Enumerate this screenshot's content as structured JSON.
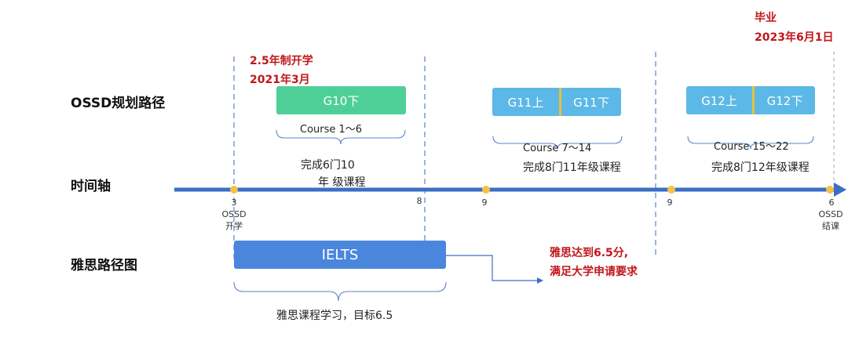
{
  "colors": {
    "axis": "#3b6fc6",
    "dot": "#f5c242",
    "green_bar": "#4fcf98",
    "cyan_bar": "#5cb8e6",
    "ielts_bar": "#4a86dc",
    "divider": "#e8c13a",
    "red_text": "#c0161b",
    "dash": "#5a84c8"
  },
  "rows": {
    "ossd": "OSSD规划路径",
    "timeline": "时间轴",
    "ielts": "雅思路径图"
  },
  "top_notes": {
    "start_line1": "2.5年制开学",
    "start_line2": "2021年3月",
    "grad_line1": "毕业",
    "grad_line2": "2023年6月1日"
  },
  "ossd_blocks": {
    "g10": "G10下",
    "g11_first": "G11上",
    "g11_second": "G11下",
    "g12_first": "G12上",
    "g12_second": "G12下"
  },
  "courses": {
    "c1": "Course 1～6",
    "c1_desc_line1": "完成6门10",
    "c1_desc_line2": "年 级课程",
    "c2": "Course 7～14",
    "c2_desc": "完成8门11年级课程",
    "c3": "Course 15～22",
    "c3_desc": "完成8门12年级课程"
  },
  "ticks": {
    "t1": "3",
    "t1_sub1": "OSSD",
    "t1_sub2": "开学",
    "t2": "8",
    "t3": "9",
    "t4": "9",
    "t5": "6",
    "t5_sub1": "OSSD",
    "t5_sub2": "结课"
  },
  "ielts": {
    "bar_label": "IELTS",
    "brace_label": "雅思课程学习，目标6.5",
    "goal_line1": "雅思达到6.5分,",
    "goal_line2": "满足大学申请要求"
  }
}
